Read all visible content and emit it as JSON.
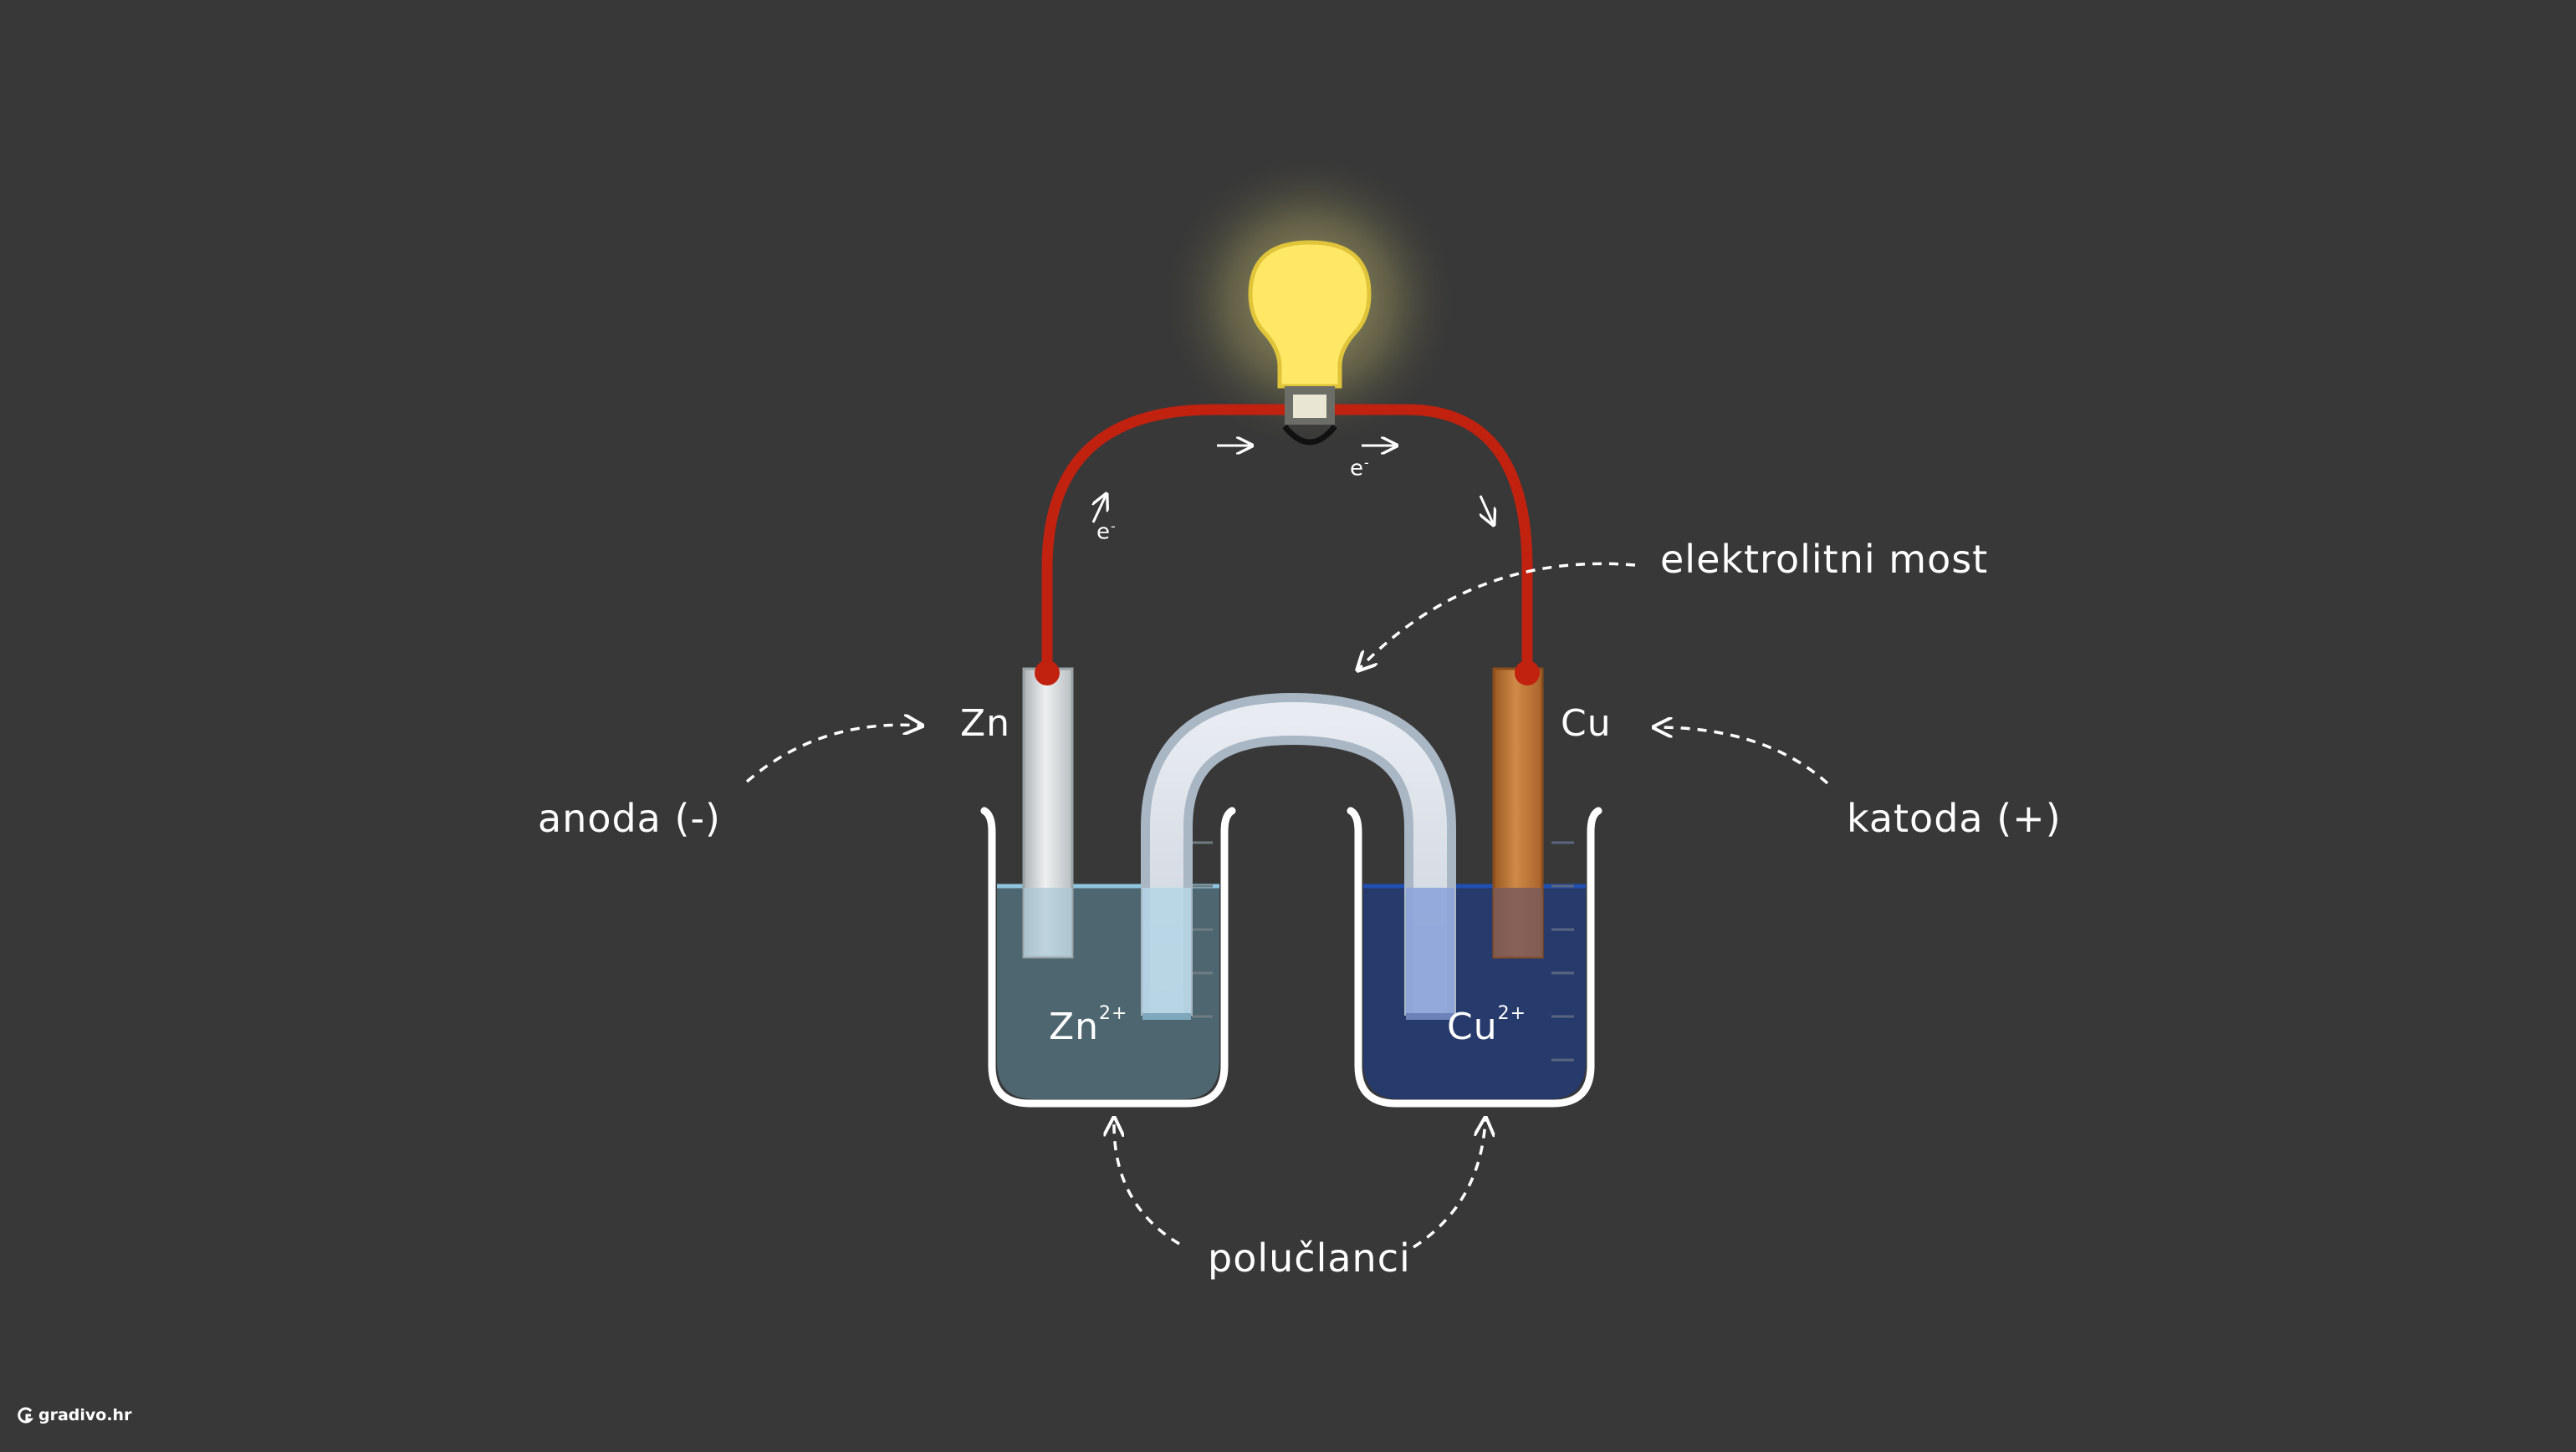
{
  "labels": {
    "zn_electrode": "Zn",
    "cu_electrode": "Cu",
    "zn_ion": "Zn",
    "zn_ion_charge": "2+",
    "cu_ion": "Cu",
    "cu_ion_charge": "2+",
    "anode": "anoda (-)",
    "cathode": "katoda (+)",
    "salt_bridge": "elektrolitni most",
    "half_cells": "polučlanci",
    "electron_left": "e",
    "electron_left_charge": "-",
    "electron_right": "e",
    "electron_right_charge": "-"
  },
  "brand": {
    "logo_text": "gradivo.hr"
  },
  "colors": {
    "background": "#383838",
    "wire": "#c1210f",
    "zn_solution": "#4e6670",
    "cu_solution": "#263a6b",
    "copper": "#b06a2c",
    "zinc": "#c8ccce",
    "bulb": "#ffe866"
  }
}
